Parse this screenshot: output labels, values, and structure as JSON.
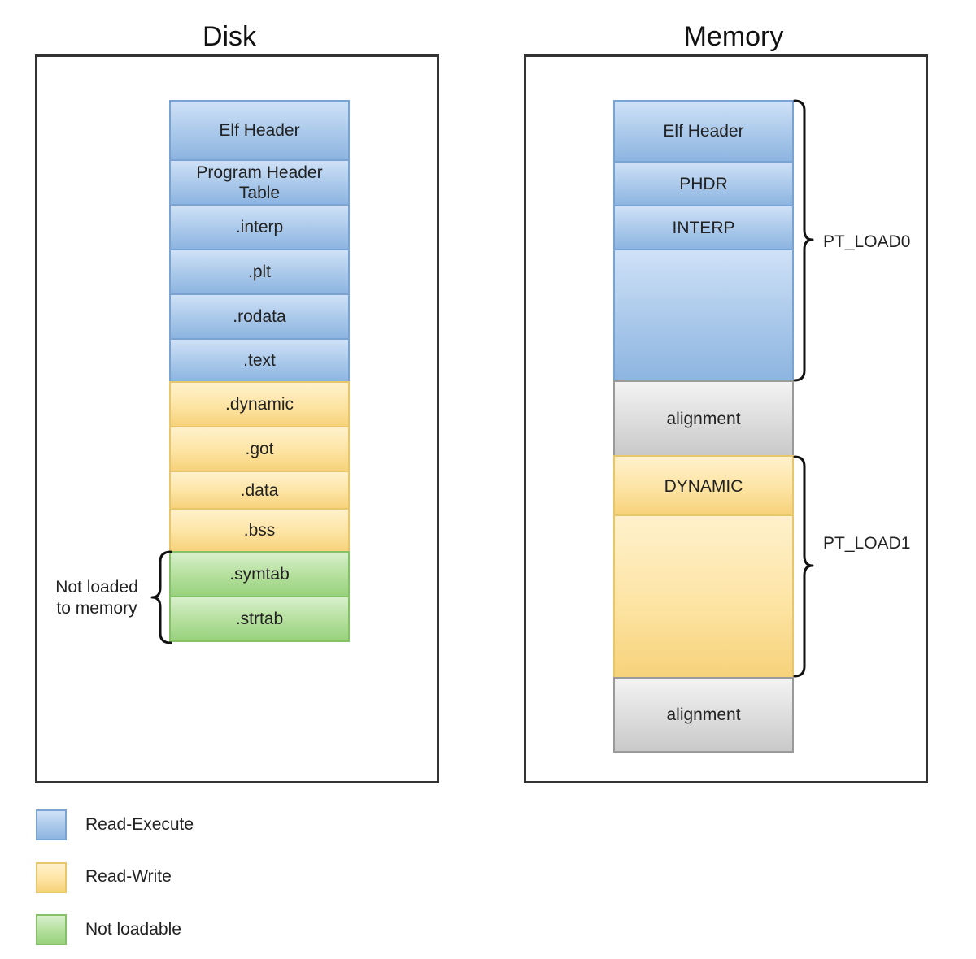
{
  "disk": {
    "title": "Disk",
    "segments": [
      {
        "label": "Elf Header",
        "color": "blue"
      },
      {
        "label": "Program Header Table",
        "color": "blue"
      },
      {
        "label": ".interp",
        "color": "blue"
      },
      {
        "label": ".plt",
        "color": "blue"
      },
      {
        "label": ".rodata",
        "color": "blue"
      },
      {
        "label": ".text",
        "color": "blue"
      },
      {
        "label": ".dynamic",
        "color": "yellow"
      },
      {
        "label": ".got",
        "color": "yellow"
      },
      {
        "label": ".data",
        "color": "yellow"
      },
      {
        "label": ".bss",
        "color": "yellow"
      },
      {
        "label": ".symtab",
        "color": "green"
      },
      {
        "label": ".strtab",
        "color": "green"
      }
    ],
    "note": "Not loaded to memory"
  },
  "memory": {
    "title": "Memory",
    "segments": [
      {
        "label": "Elf Header",
        "color": "blue"
      },
      {
        "label": "PHDR",
        "color": "blue"
      },
      {
        "label": "INTERP",
        "color": "blue"
      },
      {
        "label": "",
        "color": "blue"
      },
      {
        "label": "alignment",
        "color": "gray"
      },
      {
        "label": "DYNAMIC",
        "color": "yellow"
      },
      {
        "label": "",
        "color": "yellow"
      },
      {
        "label": "alignment",
        "color": "gray"
      }
    ],
    "load0_label": "PT_LOAD0",
    "load1_label": "PT_LOAD1"
  },
  "legend": [
    {
      "label": "Read-Execute",
      "color": "blue"
    },
    {
      "label": "Read-Write",
      "color": "yellow"
    },
    {
      "label": "Not loadable",
      "color": "green"
    }
  ]
}
